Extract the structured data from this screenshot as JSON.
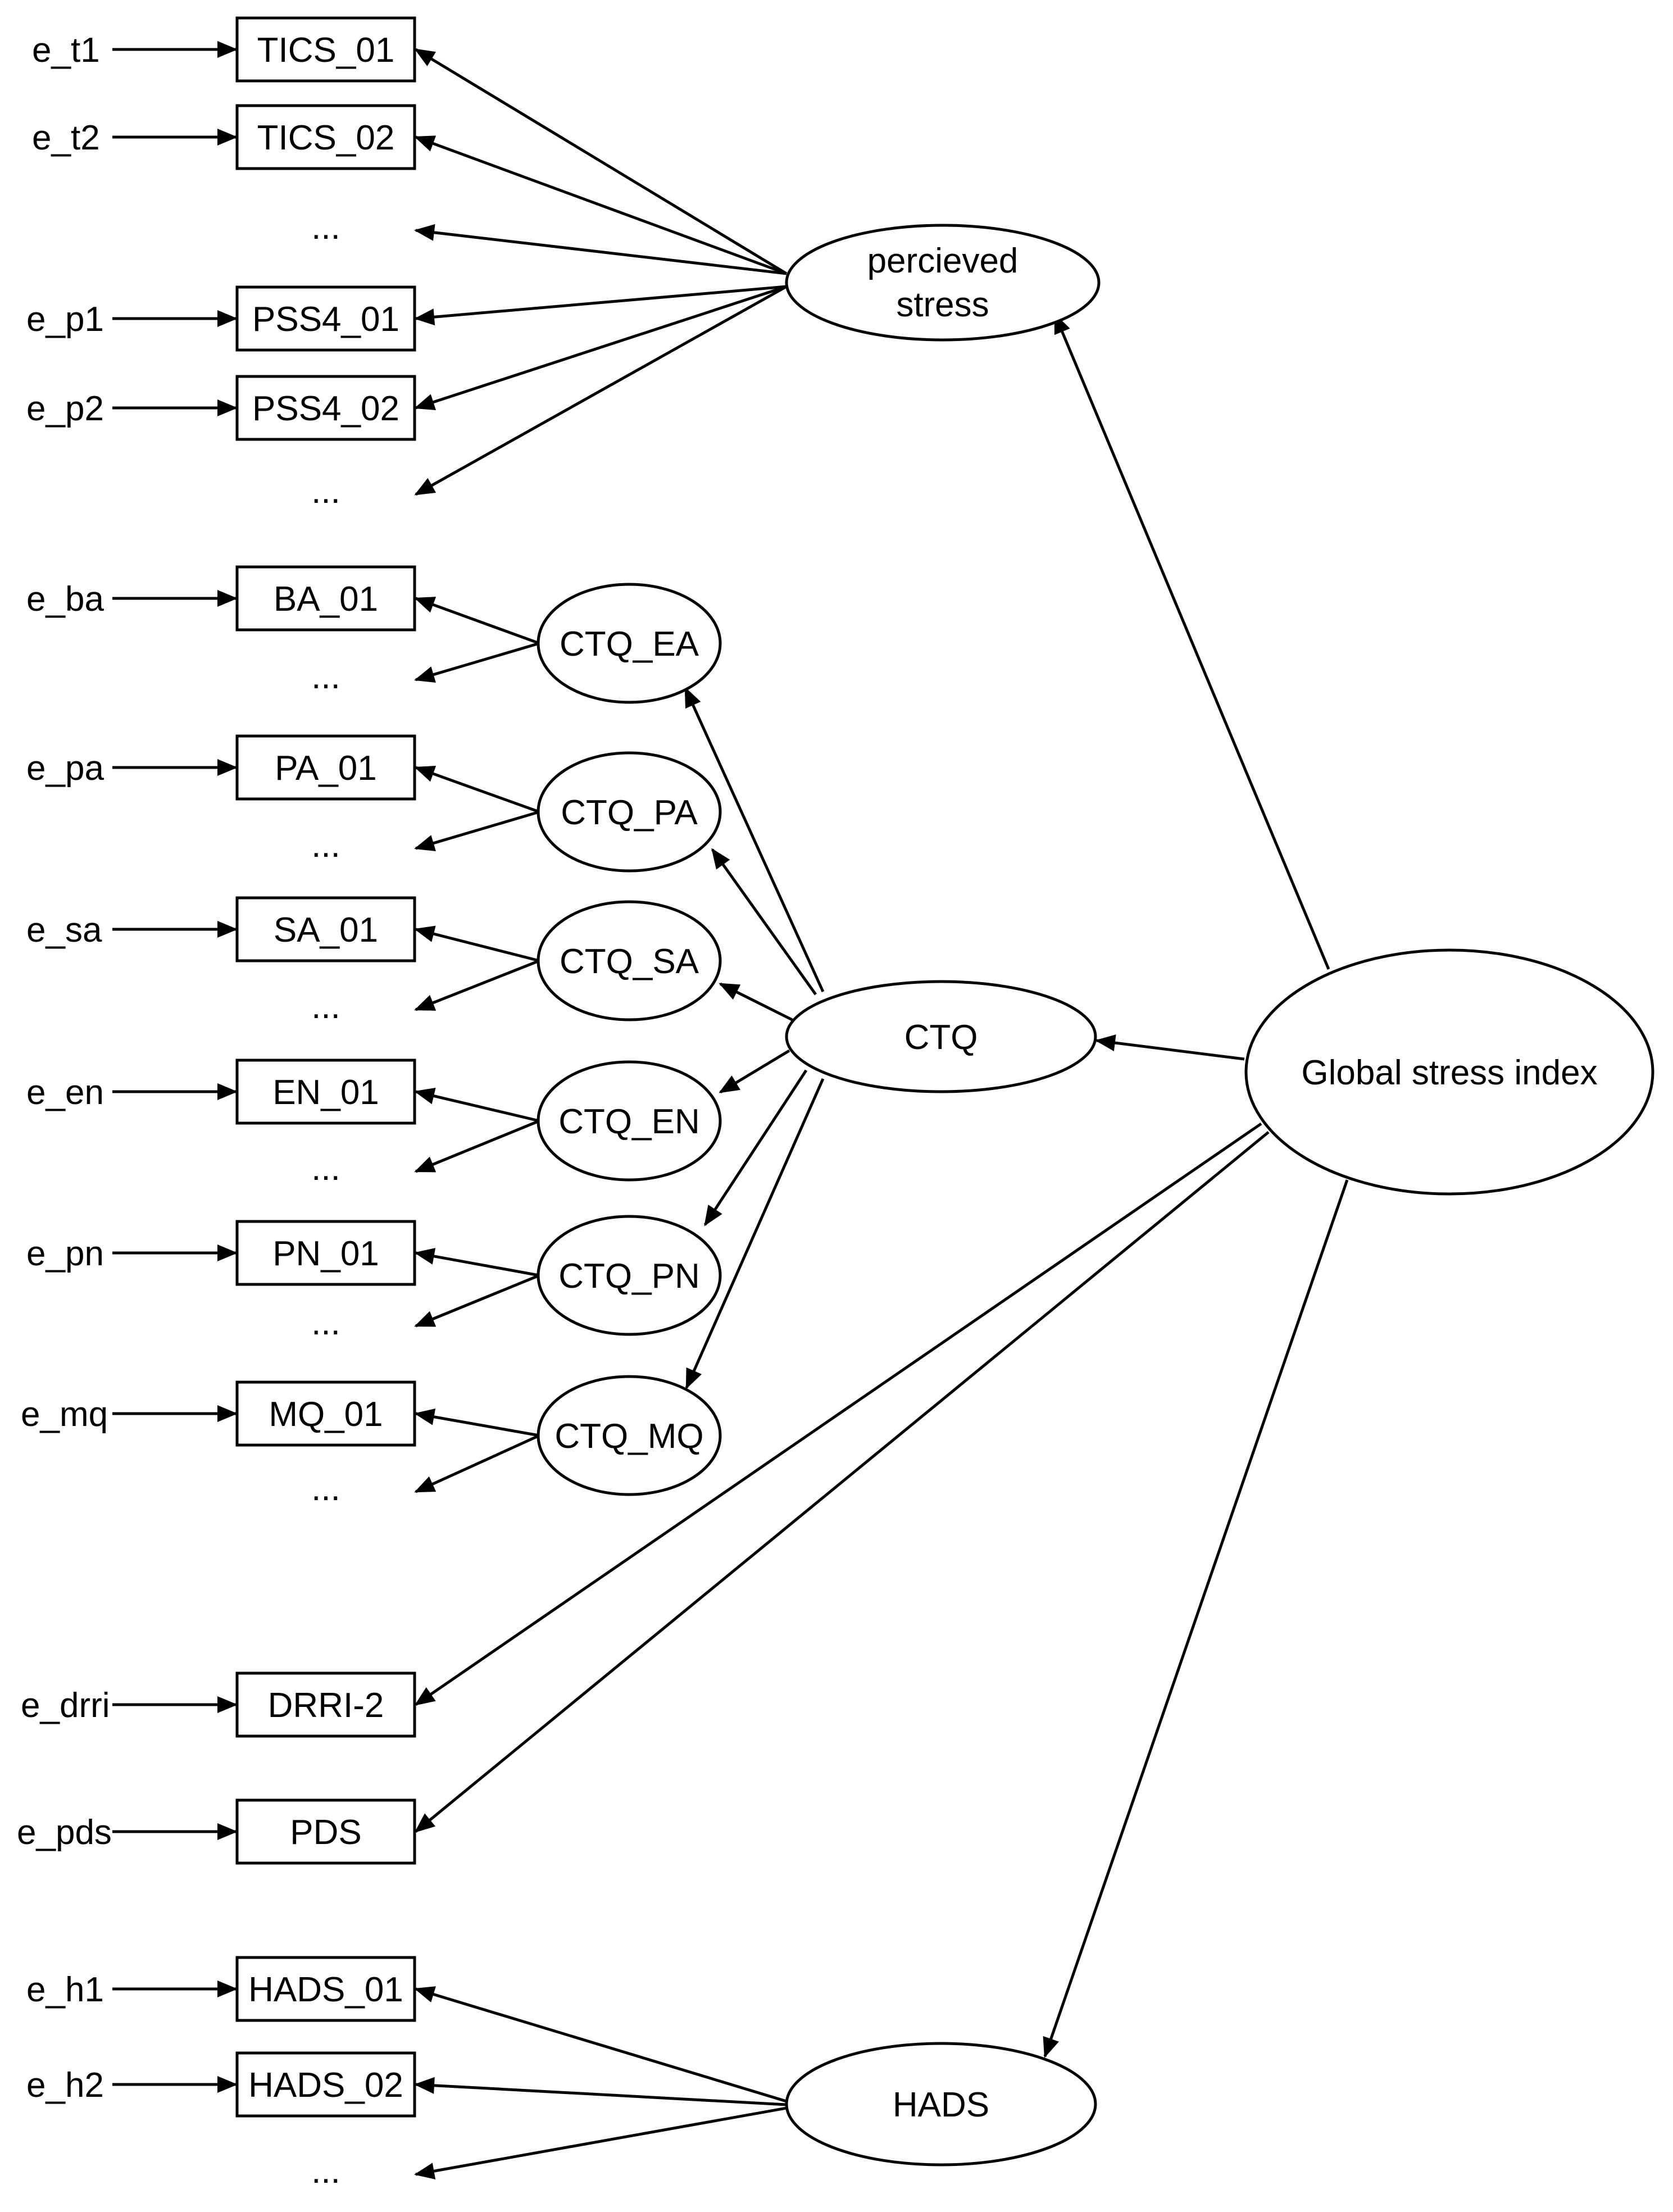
{
  "observed": {
    "tics01": "TICS_01",
    "tics02": "TICS_02",
    "pss01": "PSS4_01",
    "pss02": "PSS4_02",
    "ba01": "BA_01",
    "pa01": "PA_01",
    "sa01": "SA_01",
    "en01": "EN_01",
    "pn01": "PN_01",
    "mq01": "MQ_01",
    "drri": "DRRI-2",
    "pds": "PDS",
    "hads01": "HADS_01",
    "hads02": "HADS_02"
  },
  "errors": {
    "et1": "e_t1",
    "et2": "e_t2",
    "ep1": "e_p1",
    "ep2": "e_p2",
    "eba": "e_ba",
    "epa": "e_pa",
    "esa": "e_sa",
    "een": "e_en",
    "epn": "e_pn",
    "emq": "e_mq",
    "edrri": "e_drri",
    "epds": "e_pds",
    "eh1": "e_h1",
    "eh2": "e_h2"
  },
  "latent": {
    "perceived_line1": "percieved",
    "perceived_line2": "stress",
    "ctq": "CTQ",
    "ctq_ea": "CTQ_EA",
    "ctq_pa": "CTQ_PA",
    "ctq_sa": "CTQ_SA",
    "ctq_en": "CTQ_EN",
    "ctq_pn": "CTQ_PN",
    "ctq_mq": "CTQ_MQ",
    "global": "Global stress index",
    "hads": "HADS"
  },
  "ellipsis": "..."
}
